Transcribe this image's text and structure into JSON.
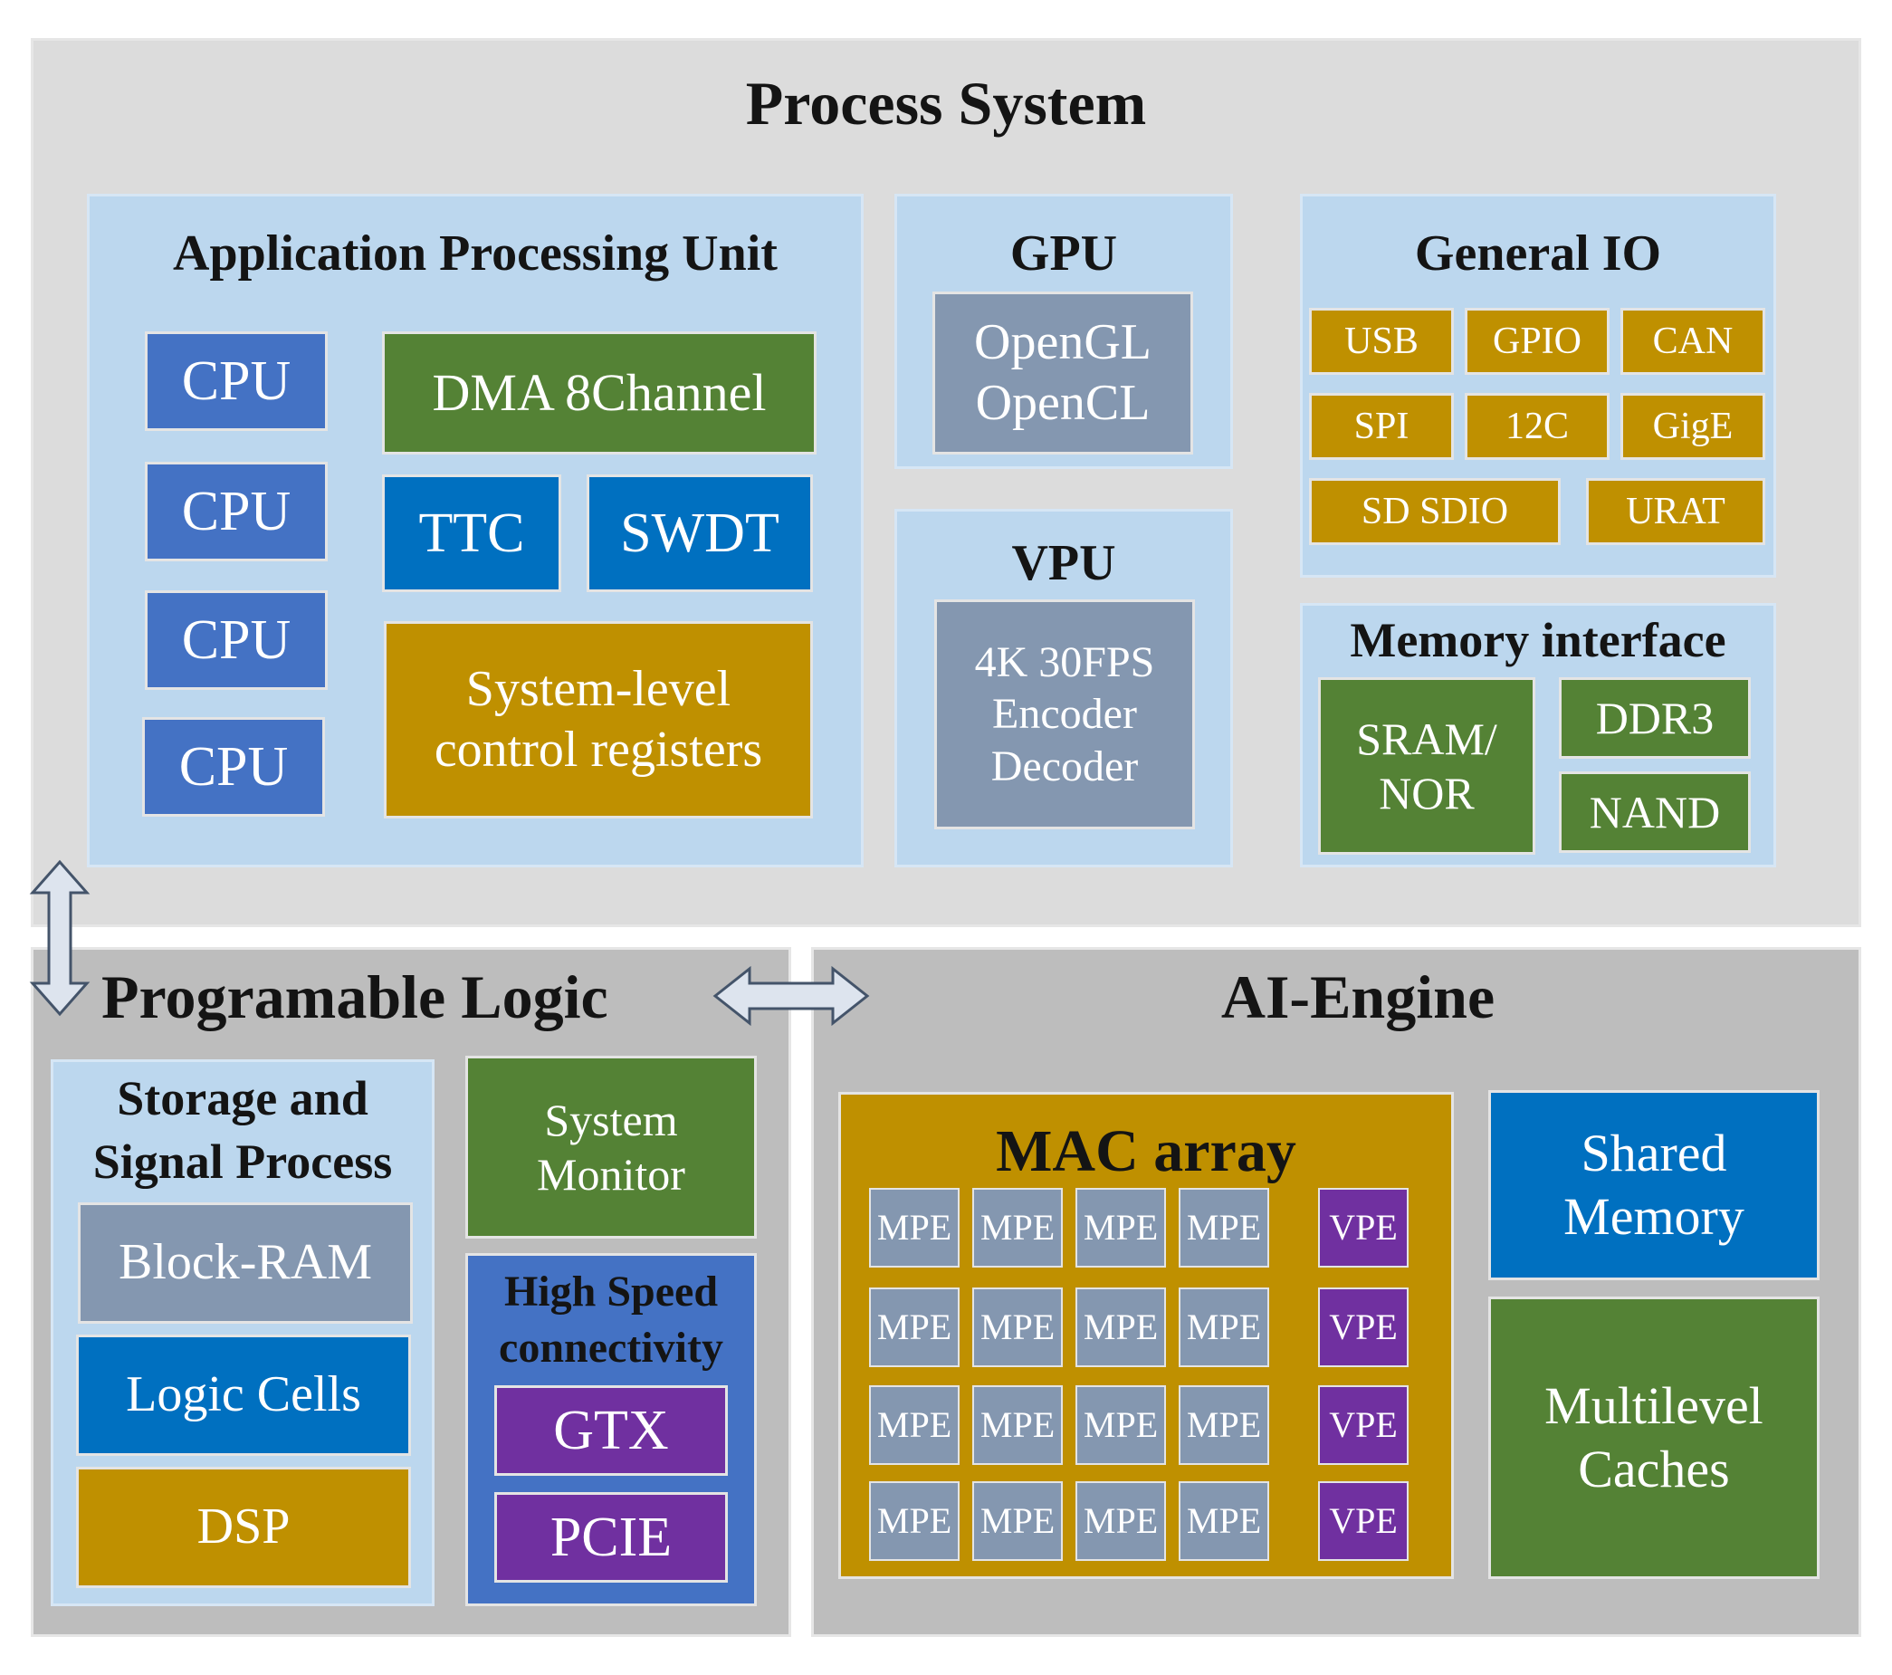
{
  "colors": {
    "region_light": "#dcdcdc",
    "region_dark": "#bdbdbd",
    "panel": "#bcd7ee",
    "blue": "#4472c4",
    "teal_blue": "#0070c0",
    "green": "#548235",
    "gold": "#bf9000",
    "slate": "#8497b0",
    "purple": "#7030a0"
  },
  "process_system": {
    "title": "Process System",
    "apu": {
      "title": "Application Processing Unit",
      "cpus": [
        "CPU",
        "CPU",
        "CPU",
        "CPU"
      ],
      "dma": "DMA 8Channel",
      "ttc": "TTC",
      "swdt": "SWDT",
      "registers": "System-level\ncontrol registers"
    },
    "gpu": {
      "title": "GPU",
      "content": "OpenGL\nOpenCL"
    },
    "vpu": {
      "title": "VPU",
      "content": "4K 30FPS\nEncoder\nDecoder"
    },
    "general_io": {
      "title": "General IO",
      "items": [
        "USB",
        "GPIO",
        "CAN",
        "SPI",
        "12C",
        "GigE",
        "SD SDIO",
        "URAT"
      ]
    },
    "memory_interface": {
      "title": "Memory interface",
      "sram": "SRAM/\nNOR",
      "ddr3": "DDR3",
      "nand": "NAND"
    }
  },
  "programmable_logic": {
    "title": "Programable Logic",
    "storage": {
      "title": "Storage and\nSignal Process",
      "block_ram": "Block-RAM",
      "logic_cells": "Logic Cells",
      "dsp": "DSP"
    },
    "system_monitor": "System\nMonitor",
    "high_speed": {
      "title": "High Speed\nconnectivity",
      "gtx": "GTX",
      "pcie": "PCIE"
    }
  },
  "ai_engine": {
    "title": "AI-Engine",
    "mac_array": {
      "title": "MAC array",
      "rows": [
        [
          "MPE",
          "MPE",
          "MPE",
          "MPE",
          "VPE"
        ],
        [
          "MPE",
          "MPE",
          "MPE",
          "MPE",
          "VPE"
        ],
        [
          "MPE",
          "MPE",
          "MPE",
          "MPE",
          "VPE"
        ],
        [
          "MPE",
          "MPE",
          "MPE",
          "MPE",
          "VPE"
        ]
      ]
    },
    "shared_memory": "Shared\nMemory",
    "caches": "Multilevel\nCaches"
  }
}
